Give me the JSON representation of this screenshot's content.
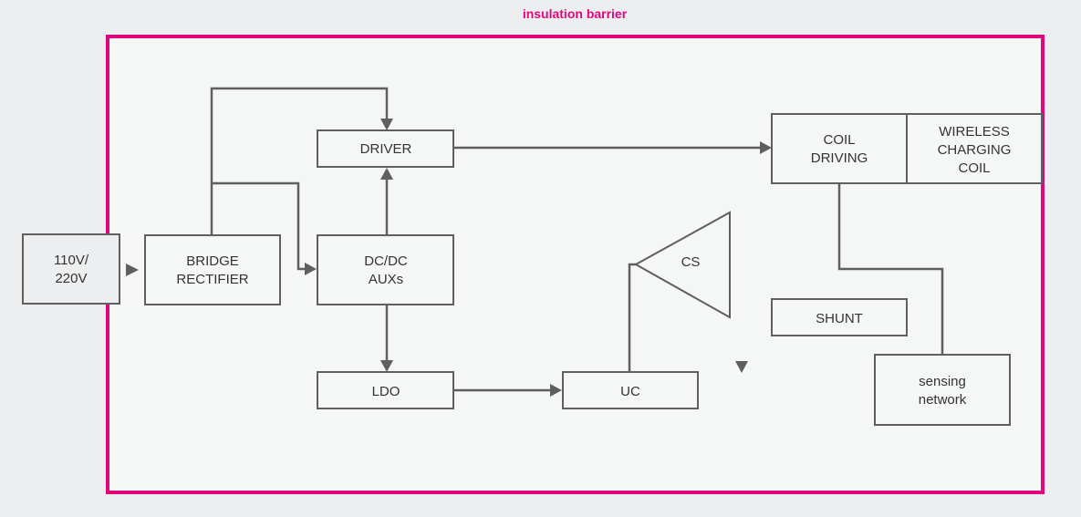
{
  "barrier_label": "insulation barrier",
  "colors": {
    "barrier": "#e0077d",
    "line": "#5f5f5f",
    "background": "#eceeef",
    "panel": "#f5f6f6"
  },
  "blocks": {
    "input": [
      "110V/",
      "220V"
    ],
    "bridge": [
      "BRIDGE",
      "RECTIFIER"
    ],
    "driver": [
      "DRIVER"
    ],
    "dcdc": [
      "DC/DC",
      "AUXs"
    ],
    "ldo": [
      "LDO"
    ],
    "uc": [
      "UC"
    ],
    "cs": [
      "CS"
    ],
    "shunt": [
      "SHUNT"
    ],
    "coil_driving": [
      "COIL",
      "DRIVING"
    ],
    "wireless": [
      "WIRELESS",
      "CHARGING",
      "COIL"
    ],
    "sensing": [
      "sensing",
      "network"
    ]
  }
}
